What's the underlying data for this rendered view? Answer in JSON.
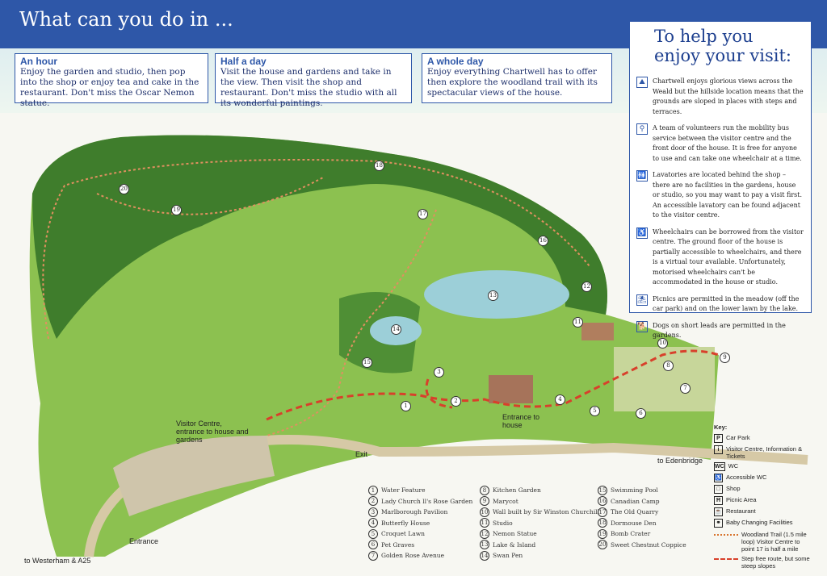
{
  "header": {
    "title": "What can you do in ..."
  },
  "options": [
    {
      "heading": "An hour",
      "text": "Enjoy the garden and studio, then pop into the shop or enjoy tea and cake in the restaurant. Don't miss the Oscar Nemon statue."
    },
    {
      "heading": "Half a day",
      "text": "Visit the house and gardens and take in the view. Then visit the shop and restaurant. Don't miss the studio with all its wonderful paintings."
    },
    {
      "heading": "A whole day",
      "text": "Enjoy everything Chartwell has to offer then explore the woodland trail with its spectacular views of the house."
    }
  ],
  "panel": {
    "title": "To help you enjoy your visit:",
    "items": [
      {
        "icon": "slope-icon",
        "glyph": "⛰",
        "text": "Chartwell enjoys glorious views across the Weald but the hillside location means that the grounds are sloped in places with steps and terraces."
      },
      {
        "icon": "mobility-bus-icon",
        "glyph": "⚲",
        "text": "A team of volunteers run the mobility bus service between the visitor centre and the front door of the house. It is free for anyone to use and can take one wheelchair at a time."
      },
      {
        "icon": "toilets-icon",
        "glyph": "🚻",
        "text": "Lavatories are located behind the shop – there are no facilities in the gardens, house or studio, so you may want to pay a visit first. An accessible lavatory can be found adjacent to the visitor centre."
      },
      {
        "icon": "wheelchair-icon",
        "glyph": "♿",
        "text": "Wheelchairs can be borrowed from the visitor centre. The ground floor of the house is partially accessible to wheelchairs, and there is a virtual tour available. Unfortunately, motorised wheelchairs can't be accommodated in the house or studio."
      },
      {
        "icon": "picnic-icon",
        "glyph": "⛱",
        "text": "Picnics are permitted in the meadow (off the car park) and on the lower lawn by the lake."
      },
      {
        "icon": "dog-icon",
        "glyph": "🐕",
        "text": "Dogs on short leads are permitted in the gardens."
      }
    ]
  },
  "map_labels": {
    "visitor_centre": "Visitor Centre, entrance to house and gardens",
    "entrance_house": "Entrance to house",
    "exit": "Exit",
    "edenbridge": "to Edenbridge",
    "entrance": "Entrance",
    "westerham": "to Westerham & A25"
  },
  "points": [
    {
      "n": "1",
      "name": "Water Feature"
    },
    {
      "n": "2",
      "name": "Lady Church ll's Rose Garden"
    },
    {
      "n": "3",
      "name": "Marlborough Pavilion"
    },
    {
      "n": "4",
      "name": "Butterfly House"
    },
    {
      "n": "5",
      "name": "Croquet Lawn"
    },
    {
      "n": "6",
      "name": "Pet Graves"
    },
    {
      "n": "7",
      "name": "Golden Rose Avenue"
    },
    {
      "n": "8",
      "name": "Kitchen Garden"
    },
    {
      "n": "9",
      "name": "Marycot"
    },
    {
      "n": "10",
      "name": "Wall built by Sir Winston Churchill"
    },
    {
      "n": "11",
      "name": "Studio"
    },
    {
      "n": "12",
      "name": "Nemon Statue"
    },
    {
      "n": "13",
      "name": "Lake & Island"
    },
    {
      "n": "14",
      "name": "Swan Pen"
    },
    {
      "n": "15",
      "name": "Swimming Pool"
    },
    {
      "n": "16",
      "name": "Canadian Camp"
    },
    {
      "n": "17",
      "name": "The Old Quarry"
    },
    {
      "n": "18",
      "name": "Dormouse Den"
    },
    {
      "n": "19",
      "name": "Bomb Crater"
    },
    {
      "n": "20",
      "name": "Sweet Chestnut Coppice"
    }
  ],
  "key": {
    "title": "Key:",
    "items": [
      {
        "icon": "car-park-icon",
        "glyph": "P",
        "label": "Car Park"
      },
      {
        "icon": "info-icon",
        "glyph": "i",
        "label": "Visitor Centre, Information & Tickets"
      },
      {
        "icon": "wc-icon",
        "glyph": "WC",
        "label": "WC"
      },
      {
        "icon": "accessible-wc-icon",
        "glyph": "♿",
        "label": "Accessible WC"
      },
      {
        "icon": "shop-icon",
        "glyph": "□",
        "label": "Shop"
      },
      {
        "icon": "picnic-icon",
        "glyph": "Ħ",
        "label": "Picnic Area"
      },
      {
        "icon": "restaurant-icon",
        "glyph": "☕",
        "label": "Restaurant"
      },
      {
        "icon": "baby-change-icon",
        "glyph": "⚭",
        "label": "Baby Changing Facilities"
      }
    ],
    "woodland_trail": "Woodland Trail (1.5 mile loop) Visitor Centre to point 17 is half a mile",
    "step_free": "Step free route, but some steep slopes"
  },
  "colors": {
    "brand_blue": "#2e57a8",
    "grass": "#8cc150",
    "woods": "#3f7d2c",
    "lake": "#9ccfd8",
    "trail": "#d8742e",
    "route": "#d8402b"
  }
}
